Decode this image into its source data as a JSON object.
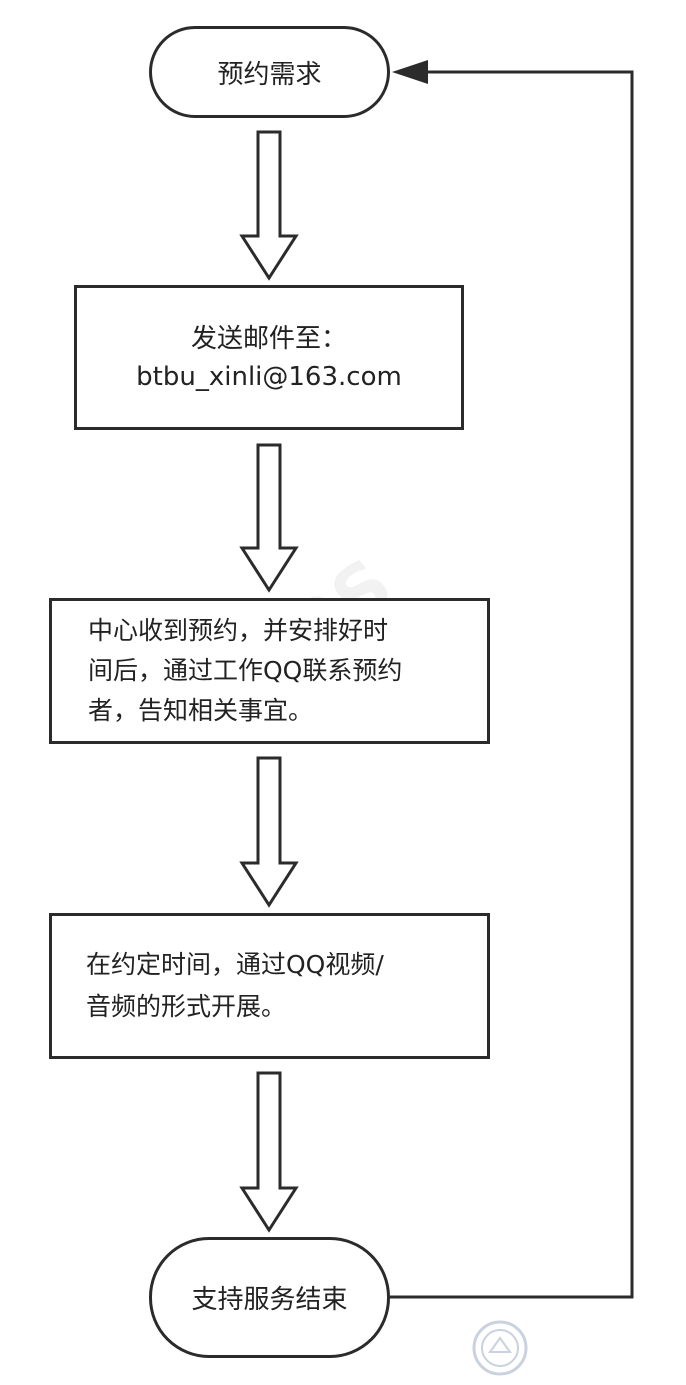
{
  "flowchart": {
    "nodes": {
      "request": {
        "label": "预约需求"
      },
      "email": {
        "lines": [
          "发送邮件至：",
          "btbu_xinli@163.com"
        ]
      },
      "center": {
        "lines": [
          "中心收到预约，并安排好时",
          "间后，通过工作QQ联系预约",
          "者，告知相关事宜。"
        ]
      },
      "time": {
        "lines": [
          "在约定时间，通过QQ视频/",
          "音频的形式开展。"
        ]
      },
      "end": {
        "label": "支持服务结束"
      }
    },
    "edges": [
      {
        "from": "request",
        "to": "email",
        "style": "hollow-block-arrow"
      },
      {
        "from": "email",
        "to": "center",
        "style": "hollow-block-arrow"
      },
      {
        "from": "center",
        "to": "time",
        "style": "hollow-block-arrow"
      },
      {
        "from": "time",
        "to": "end",
        "style": "hollow-block-arrow"
      },
      {
        "from": "end",
        "to": "request",
        "style": "line-with-filled-arrowhead"
      }
    ]
  },
  "watermarks": {
    "diagonal": "WPS",
    "seal_logo": "circular-seal-logo"
  },
  "colors": {
    "stroke": "#2b2b2b",
    "background": "#ffffff",
    "watermark": "#9a9a9a"
  }
}
